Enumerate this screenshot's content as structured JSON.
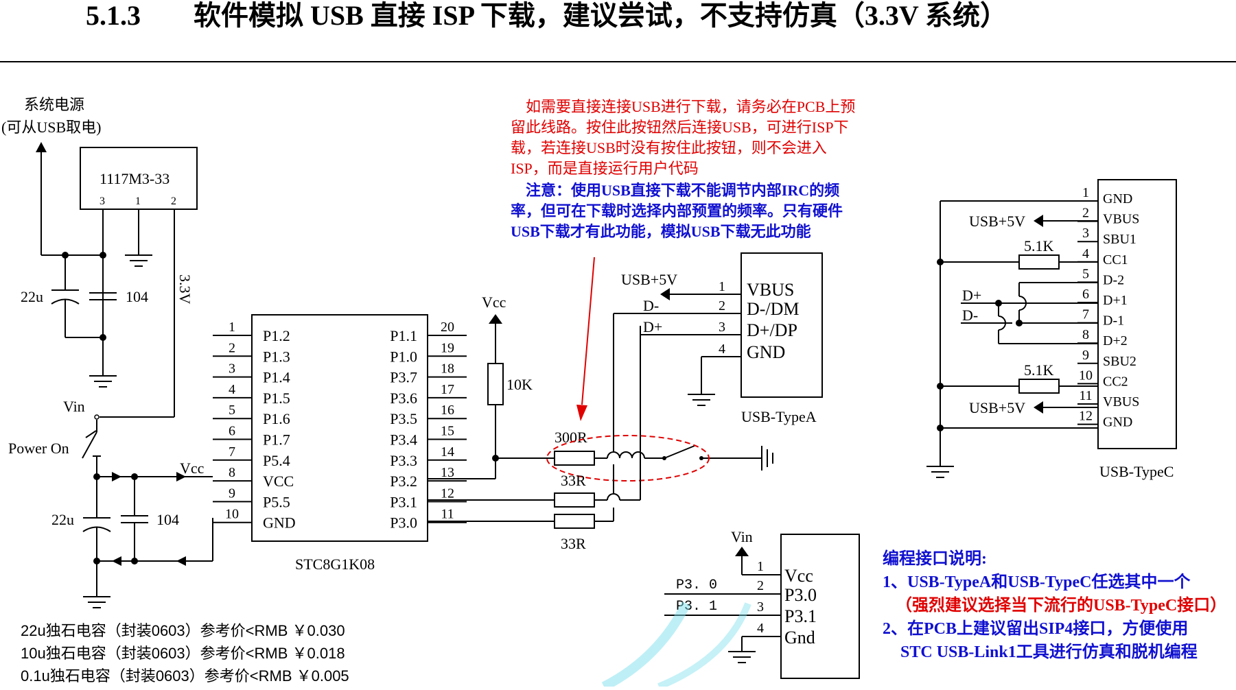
{
  "title": {
    "number": "5.1.3",
    "text": "软件模拟 USB 直接 ISP 下载，建议尝试，不支持仿真（3.3V 系统）"
  },
  "power": {
    "label_line1": "系统电源",
    "label_line2": "(可从USB取电)",
    "regulator": "1117M3-33",
    "reg_pins": [
      "3",
      "1",
      "2"
    ],
    "rail_3v3": "3.3V",
    "cap1": "22u",
    "cap2": "104",
    "vin": "Vin",
    "power_on": "Power On",
    "vcc": "Vcc",
    "cap3": "22u",
    "cap4": "104"
  },
  "mcu": {
    "name": "STC8G1K08",
    "left_pins": [
      {
        "num": "1",
        "name": "P1.2"
      },
      {
        "num": "2",
        "name": "P1.3"
      },
      {
        "num": "3",
        "name": "P1.4"
      },
      {
        "num": "4",
        "name": "P1.5"
      },
      {
        "num": "5",
        "name": "P1.6"
      },
      {
        "num": "6",
        "name": "P1.7"
      },
      {
        "num": "7",
        "name": "P5.4"
      },
      {
        "num": "8",
        "name": "VCC"
      },
      {
        "num": "9",
        "name": "P5.5"
      },
      {
        "num": "10",
        "name": "GND"
      }
    ],
    "right_pins": [
      {
        "num": "20",
        "name": "P1.1"
      },
      {
        "num": "19",
        "name": "P1.0"
      },
      {
        "num": "18",
        "name": "P3.7"
      },
      {
        "num": "17",
        "name": "P3.6"
      },
      {
        "num": "16",
        "name": "P3.5"
      },
      {
        "num": "15",
        "name": "P3.4"
      },
      {
        "num": "14",
        "name": "P3.3"
      },
      {
        "num": "13",
        "name": "P3.2"
      },
      {
        "num": "12",
        "name": "P3.1"
      },
      {
        "num": "11",
        "name": "P3.0"
      }
    ]
  },
  "mid": {
    "vcc": "Vcc",
    "r_pullup": "10K",
    "r_300": "300R",
    "r_33a": "33R",
    "r_33b": "33R"
  },
  "note": {
    "red_lines": [
      "如需要直接连接USB进行下载，请务必在PCB上预",
      "留此线路。按住此按钮然后连接USB，可进行ISP下",
      "载，若连接USB时没有按住此按钮，则不会进入",
      "ISP，而是直接运行用户代码"
    ],
    "blue_lines": [
      "注意：使用USB直接下载不能调节内部IRC的频",
      "率，但可在下载时选择内部预置的频率。只有硬件",
      "USB下载才有此功能，模拟USB下载无此功能"
    ]
  },
  "usba": {
    "name": "USB-TypeA",
    "pin_nums": [
      "1",
      "2",
      "3",
      "4"
    ],
    "pin_names": [
      "VBUS",
      "D-/DM",
      "D+/DP",
      "GND"
    ],
    "net_5v": "USB+5V",
    "net_dm": "D-",
    "net_dp": "D+"
  },
  "usbc": {
    "name": "USB-TypeC",
    "pin_nums": [
      "1",
      "2",
      "3",
      "4",
      "5",
      "6",
      "7",
      "8",
      "9",
      "10",
      "11",
      "12"
    ],
    "pin_names": [
      "GND",
      "VBUS",
      "SBU1",
      "CC1",
      "D-2",
      "D+1",
      "D-1",
      "D+2",
      "SBU2",
      "CC2",
      "VBUS",
      "GND"
    ],
    "net_5v_top": "USB+5V",
    "net_5v_bot": "USB+5V",
    "r_cc1": "5.1K",
    "r_cc2": "5.1K",
    "net_dp": "D+",
    "net_dm": "D-"
  },
  "sip4": {
    "vin": "Vin",
    "pin_nums": [
      "1",
      "2",
      "3",
      "4"
    ],
    "pin_names": [
      "Vcc",
      "P3.0",
      "P3.1",
      "Gnd"
    ],
    "net_p30": "P3. 0",
    "net_p31": "P3. 1"
  },
  "prog": {
    "heading": "编程接口说明:",
    "line1": "1、USB-TypeA和USB-TypeC任选其中一个",
    "line2": "（强烈建议选择当下流行的USB-TypeC接口）",
    "line3": "2、在PCB上建议留出SIP4接口，方便使用",
    "line4": "STC USB-Link1工具进行仿真和脱机编程"
  },
  "prices": [
    "22u独石电容（封装0603）参考价<RMB ￥0.030",
    "10u独石电容（封装0603）参考价<RMB ￥0.018",
    "0.1u独石电容（封装0603）参考价<RMB ￥0.005"
  ],
  "colors": {
    "note_red": "#e00000",
    "note_blue": "#1010d0",
    "highlight_ellipse": "#e00000",
    "arrow": "#e00000"
  }
}
